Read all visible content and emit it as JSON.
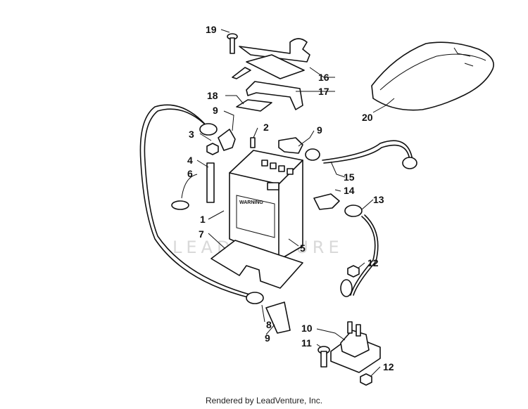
{
  "watermark": "LEADVENTURE",
  "battery_warning": "WARNING",
  "callouts": [
    {
      "id": "1",
      "label": "1"
    },
    {
      "id": "2",
      "label": "2"
    },
    {
      "id": "3",
      "label": "3"
    },
    {
      "id": "4",
      "label": "4"
    },
    {
      "id": "5",
      "label": "5"
    },
    {
      "id": "6",
      "label": "6"
    },
    {
      "id": "7",
      "label": "7"
    },
    {
      "id": "8",
      "label": "8"
    },
    {
      "id": "9a",
      "label": "9"
    },
    {
      "id": "9b",
      "label": "9"
    },
    {
      "id": "9c",
      "label": "9"
    },
    {
      "id": "10",
      "label": "10"
    },
    {
      "id": "11",
      "label": "11"
    },
    {
      "id": "12a",
      "label": "12"
    },
    {
      "id": "12b",
      "label": "12"
    },
    {
      "id": "13",
      "label": "13"
    },
    {
      "id": "14",
      "label": "14"
    },
    {
      "id": "15",
      "label": "15"
    },
    {
      "id": "16",
      "label": "16"
    },
    {
      "id": "17",
      "label": "17"
    },
    {
      "id": "18",
      "label": "18"
    },
    {
      "id": "19",
      "label": "19"
    },
    {
      "id": "20",
      "label": "20"
    }
  ],
  "footer": "Rendered by LeadVenture, Inc."
}
